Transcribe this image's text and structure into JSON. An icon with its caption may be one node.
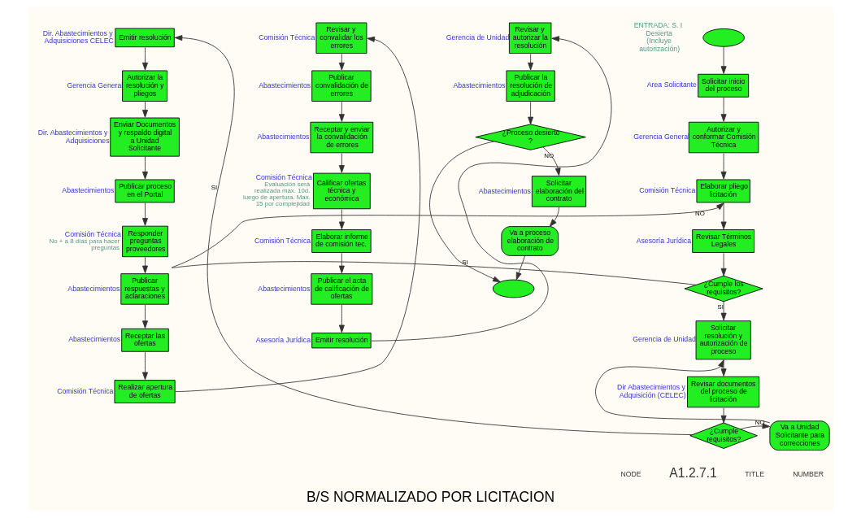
{
  "diagram": {
    "title": "B/S NORMALIZADO POR LICITACION",
    "nodes": [
      {
        "text": [],
        "shape": "ellipse"
      },
      {
        "text": [
          "Solicitar inicio del proceso"
        ],
        "beside": [
          "Area Solicitante"
        ]
      },
      {
        "text": [
          "Autorizar y conformar Comisión Técnica"
        ],
        "beside": [
          "Gerencia General"
        ]
      },
      {
        "text": [
          "Elaborar pliego licitación"
        ],
        "beside": [
          "Comisión Técnica"
        ]
      },
      {
        "text": [
          "Revisar Términos Legales"
        ],
        "beside": [
          "Asesoría Jurídica"
        ]
      },
      {
        "text": [
          "¿Cumple los requisitos?"
        ]
      },
      {
        "text": [
          "Solicitar resolución y autorización de proceso"
        ],
        "beside": [
          "Gerencia de Unidad"
        ]
      },
      {
        "text": [
          "Revisar documentos del proceso de licitación"
        ],
        "beside": [
          "Dir Abastecimientos y Adquisición (CELEC)"
        ]
      },
      {
        "text": [
          "¿Cumple requisitos?"
        ]
      },
      {
        "text": [
          "Va a Unidad Solicitante para correcciones"
        ]
      },
      {
        "text": [
          "Emitir resolución"
        ],
        "beside": [
          "Dir. Abastecimientos y Adquisiciones CELEC"
        ]
      },
      {
        "text": [
          "Autorizar la resolución y pliegos"
        ],
        "beside": [
          "Gerencia General"
        ]
      },
      {
        "text": [
          "Enviar Documentos y respaldo digital a Unidad Solicitante"
        ],
        "beside": [
          "Dir. Abastecimientos y Adquisiciones"
        ]
      },
      {
        "text": [
          "Publicar proceso en el Portal"
        ],
        "beside": [
          "Abastecimientos"
        ]
      },
      {
        "text": [
          "Responder preguntas proveedores"
        ],
        "beside": [
          "Comisión Técnica",
          "No + a 8 días para hacer preguntas"
        ]
      },
      {
        "text": [
          "Publicar respuestas y aclaraciones"
        ],
        "beside": [
          "Abastecimientos"
        ]
      },
      {
        "text": [
          "Receptar las ofertas"
        ],
        "beside": [
          "Abastecimientos"
        ]
      },
      {
        "text": [
          "Realizar apertura de ofertas"
        ],
        "beside": [
          "Comisión Técnica"
        ]
      },
      {
        "text": [
          "Revisar y convalidar los errores"
        ],
        "beside": [
          "Comisión Técnica"
        ]
      },
      {
        "text": [
          "Publicar convalidación de errores"
        ],
        "beside": [
          "Abastecimientos"
        ]
      },
      {
        "text": [
          "Receptar y enviar la convalidación de errores"
        ],
        "beside": [
          "Abastecimientos"
        ]
      },
      {
        "text": [
          "Calificar ofertas técnica y económica"
        ],
        "beside": [
          "Comisión Técnica",
          "Evaluación será realizada max. 10d. luego de apertura. Max. 15 por complejidad"
        ]
      },
      {
        "text": [
          "Elaborar informe de comisión tec."
        ],
        "beside": [
          "Comisión Técnica"
        ]
      },
      {
        "text": [
          "Publicar el acta de calificación de ofertas"
        ],
        "beside": [
          "Abastecimientos"
        ]
      },
      {
        "text": [
          "Emitir resolución"
        ],
        "beside": [
          "Asesoría Jurídica"
        ]
      },
      {
        "text": [
          "Revisar y autorizar la resolución"
        ],
        "beside": [
          "Gerencia de Unidad"
        ]
      },
      {
        "text": [
          "Publicar la resolución de adjudicación"
        ],
        "beside": [
          "Abastecimientos"
        ]
      },
      {
        "text": [
          "¿Proceso desierto ?"
        ]
      },
      {
        "text": [
          "Solicitar elaboración del contrato"
        ],
        "beside": [
          "Abastecimientos"
        ]
      },
      {
        "text": [
          "Va a proceso elaboración de contrato"
        ]
      },
      {
        "text": [],
        "shape": "ellipse"
      }
    ],
    "edges": [
      {
        "from": 0,
        "to": 1,
        "arrow": "to"
      },
      {
        "from": 1,
        "to": 2,
        "arrow": "to"
      },
      {
        "from": 2,
        "to": 3,
        "arrow": "to"
      },
      {
        "from": 3,
        "to": 4,
        "arrow": "to"
      },
      {
        "from": 4,
        "to": 5,
        "arrow": "to"
      },
      {
        "from": 5,
        "to": 3,
        "arrow": "to",
        "label": "NO"
      },
      {
        "from": 5,
        "to": 6,
        "arrow": "to",
        "label": "SI"
      },
      {
        "from": 6,
        "to": 7,
        "arrow": "to"
      },
      {
        "from": 7,
        "to": 8,
        "arrow": "to"
      },
      {
        "from": 8,
        "to": 9,
        "arrow": "to",
        "label": "NO"
      },
      {
        "from": 9,
        "to": 6,
        "arrow": "to"
      },
      {
        "from": 8,
        "to": 10,
        "arrow": "to",
        "label": "SI"
      },
      {
        "from": 10,
        "to": 11,
        "arrow": "to"
      },
      {
        "from": 11,
        "to": 12,
        "arrow": "to"
      },
      {
        "from": 12,
        "to": 13,
        "arrow": "to"
      },
      {
        "from": 13,
        "to": 14,
        "arrow": "to"
      },
      {
        "from": 14,
        "to": 15,
        "arrow": "to"
      },
      {
        "from": 15,
        "to": 16,
        "arrow": "to"
      },
      {
        "from": 16,
        "to": 17,
        "arrow": "to"
      },
      {
        "from": 17,
        "to": 18,
        "arrow": "to"
      },
      {
        "from": 18,
        "to": 19,
        "arrow": "to"
      },
      {
        "from": 19,
        "to": 20,
        "arrow": "to"
      },
      {
        "from": 20,
        "to": 21,
        "arrow": "to"
      },
      {
        "from": 21,
        "to": 22,
        "arrow": "to"
      },
      {
        "from": 22,
        "to": 23,
        "arrow": "to"
      },
      {
        "from": 23,
        "to": 24,
        "arrow": "to"
      },
      {
        "from": 24,
        "to": 25,
        "arrow": "to"
      },
      {
        "from": 25,
        "to": 26,
        "arrow": "to"
      },
      {
        "from": 26,
        "to": 27,
        "arrow": "to"
      },
      {
        "from": 27,
        "to": 30,
        "arrow": "to",
        "label": "SI"
      },
      {
        "from": 27,
        "to": 28,
        "arrow": "to",
        "label": "NO"
      },
      {
        "from": 28,
        "to": 29,
        "arrow": "to"
      },
      {
        "from": 29,
        "to": 30,
        "arrow": "to"
      }
    ],
    "labels": [
      "ENTRADA: S. I Desierta (Incluye autorización)",
      "NODE",
      "A1.2.7.1",
      "TITLE",
      "NUMBER"
    ]
  }
}
